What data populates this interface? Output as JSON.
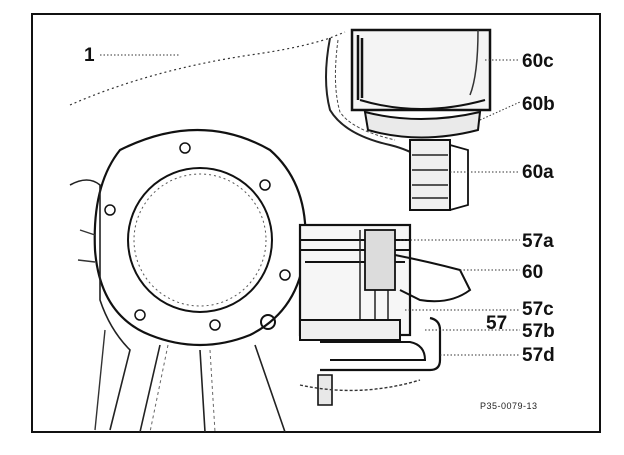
{
  "figure": {
    "callouts": {
      "c1": "1",
      "c60c": "60c",
      "c60b": "60b",
      "c60a": "60a",
      "c57a": "57a",
      "c60": "60",
      "c57c": "57c",
      "c57": "57",
      "c57b": "57b",
      "c57d": "57d"
    },
    "reference": "P35-0079-13"
  }
}
